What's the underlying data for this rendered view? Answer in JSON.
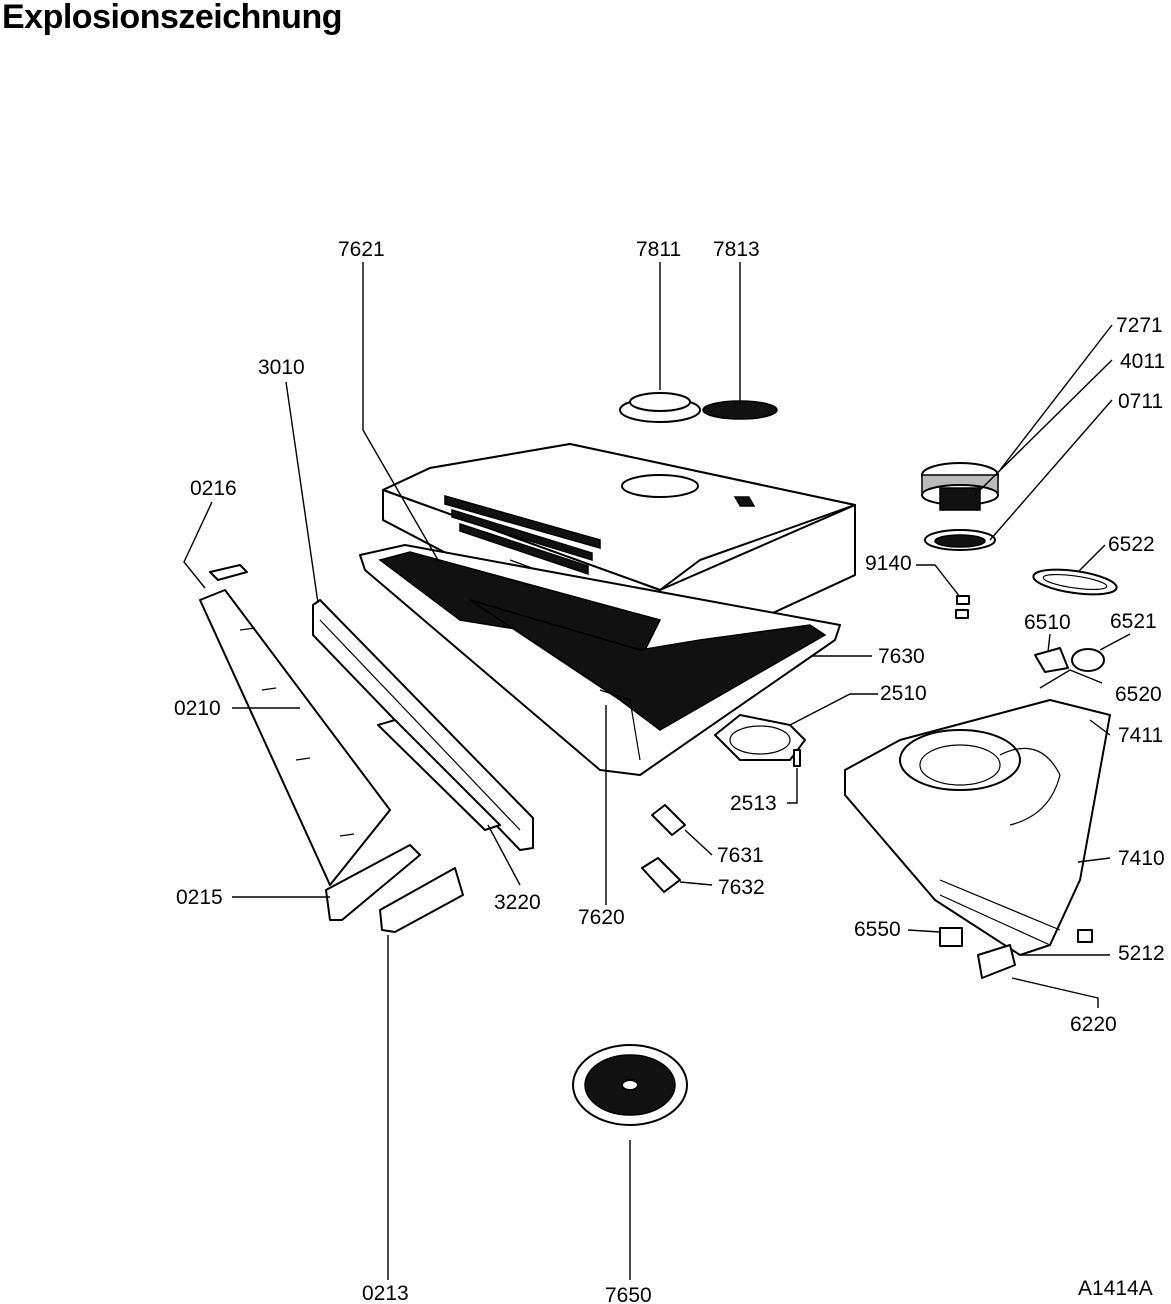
{
  "title": "Explosionszeichnung",
  "drawing_ref": "A1414A",
  "parts": [
    {
      "id": "p7621",
      "label": "7621"
    },
    {
      "id": "p7811",
      "label": "7811"
    },
    {
      "id": "p7813",
      "label": "7813"
    },
    {
      "id": "p7271",
      "label": "7271"
    },
    {
      "id": "p4011",
      "label": "4011"
    },
    {
      "id": "p0711",
      "label": "0711"
    },
    {
      "id": "p3010",
      "label": "3010"
    },
    {
      "id": "p0216",
      "label": "0216"
    },
    {
      "id": "p9140",
      "label": "9140"
    },
    {
      "id": "p6522",
      "label": "6522"
    },
    {
      "id": "p6510",
      "label": "6510"
    },
    {
      "id": "p6521",
      "label": "6521"
    },
    {
      "id": "p7630",
      "label": "7630"
    },
    {
      "id": "p6520",
      "label": "6520"
    },
    {
      "id": "p2510",
      "label": "2510"
    },
    {
      "id": "p7411",
      "label": "7411"
    },
    {
      "id": "p0210",
      "label": "0210"
    },
    {
      "id": "p2513",
      "label": "2513"
    },
    {
      "id": "p7631",
      "label": "7631"
    },
    {
      "id": "p7410",
      "label": "7410"
    },
    {
      "id": "p7632",
      "label": "7632"
    },
    {
      "id": "p0215",
      "label": "0215"
    },
    {
      "id": "p3220",
      "label": "3220"
    },
    {
      "id": "p7620",
      "label": "7620"
    },
    {
      "id": "p6550",
      "label": "6550"
    },
    {
      "id": "p5212",
      "label": "5212"
    },
    {
      "id": "p6220",
      "label": "6220"
    },
    {
      "id": "p0213",
      "label": "0213"
    },
    {
      "id": "p7650",
      "label": "7650"
    }
  ]
}
